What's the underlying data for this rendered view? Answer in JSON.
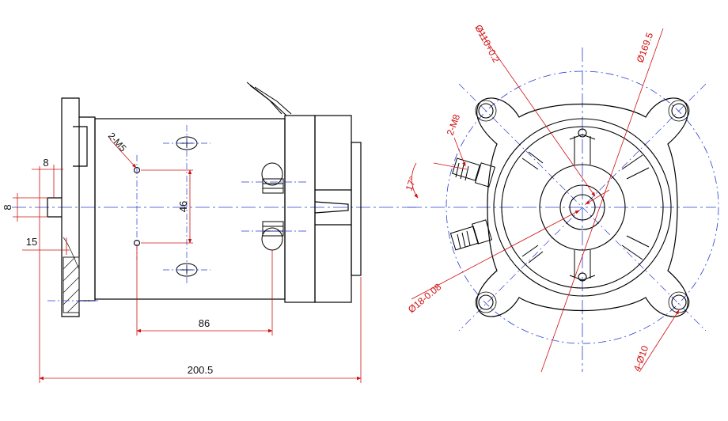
{
  "colors": {
    "outline": "#000000",
    "centerline": "#2a3fd0",
    "dimension": "#d01010",
    "hatch": "#222222"
  },
  "side_view": {
    "dims": {
      "overall_length": "200.5",
      "mount_spacing": "86",
      "hole_spacing": "46",
      "flange_step": "8",
      "shaft_height": "8",
      "shaft_length": "15",
      "mount_thread": "2-M5"
    }
  },
  "end_view": {
    "dims": {
      "pilot_dia": "Ø110+0.2\n   +0.05",
      "bolt_circle": "Ø169.5",
      "terminal_thread": "2-M8",
      "terminal_angle": "17°",
      "shaft_dia": "Ø18-0.08\n   -0.12",
      "mount_holes": "4-Ø10"
    }
  }
}
